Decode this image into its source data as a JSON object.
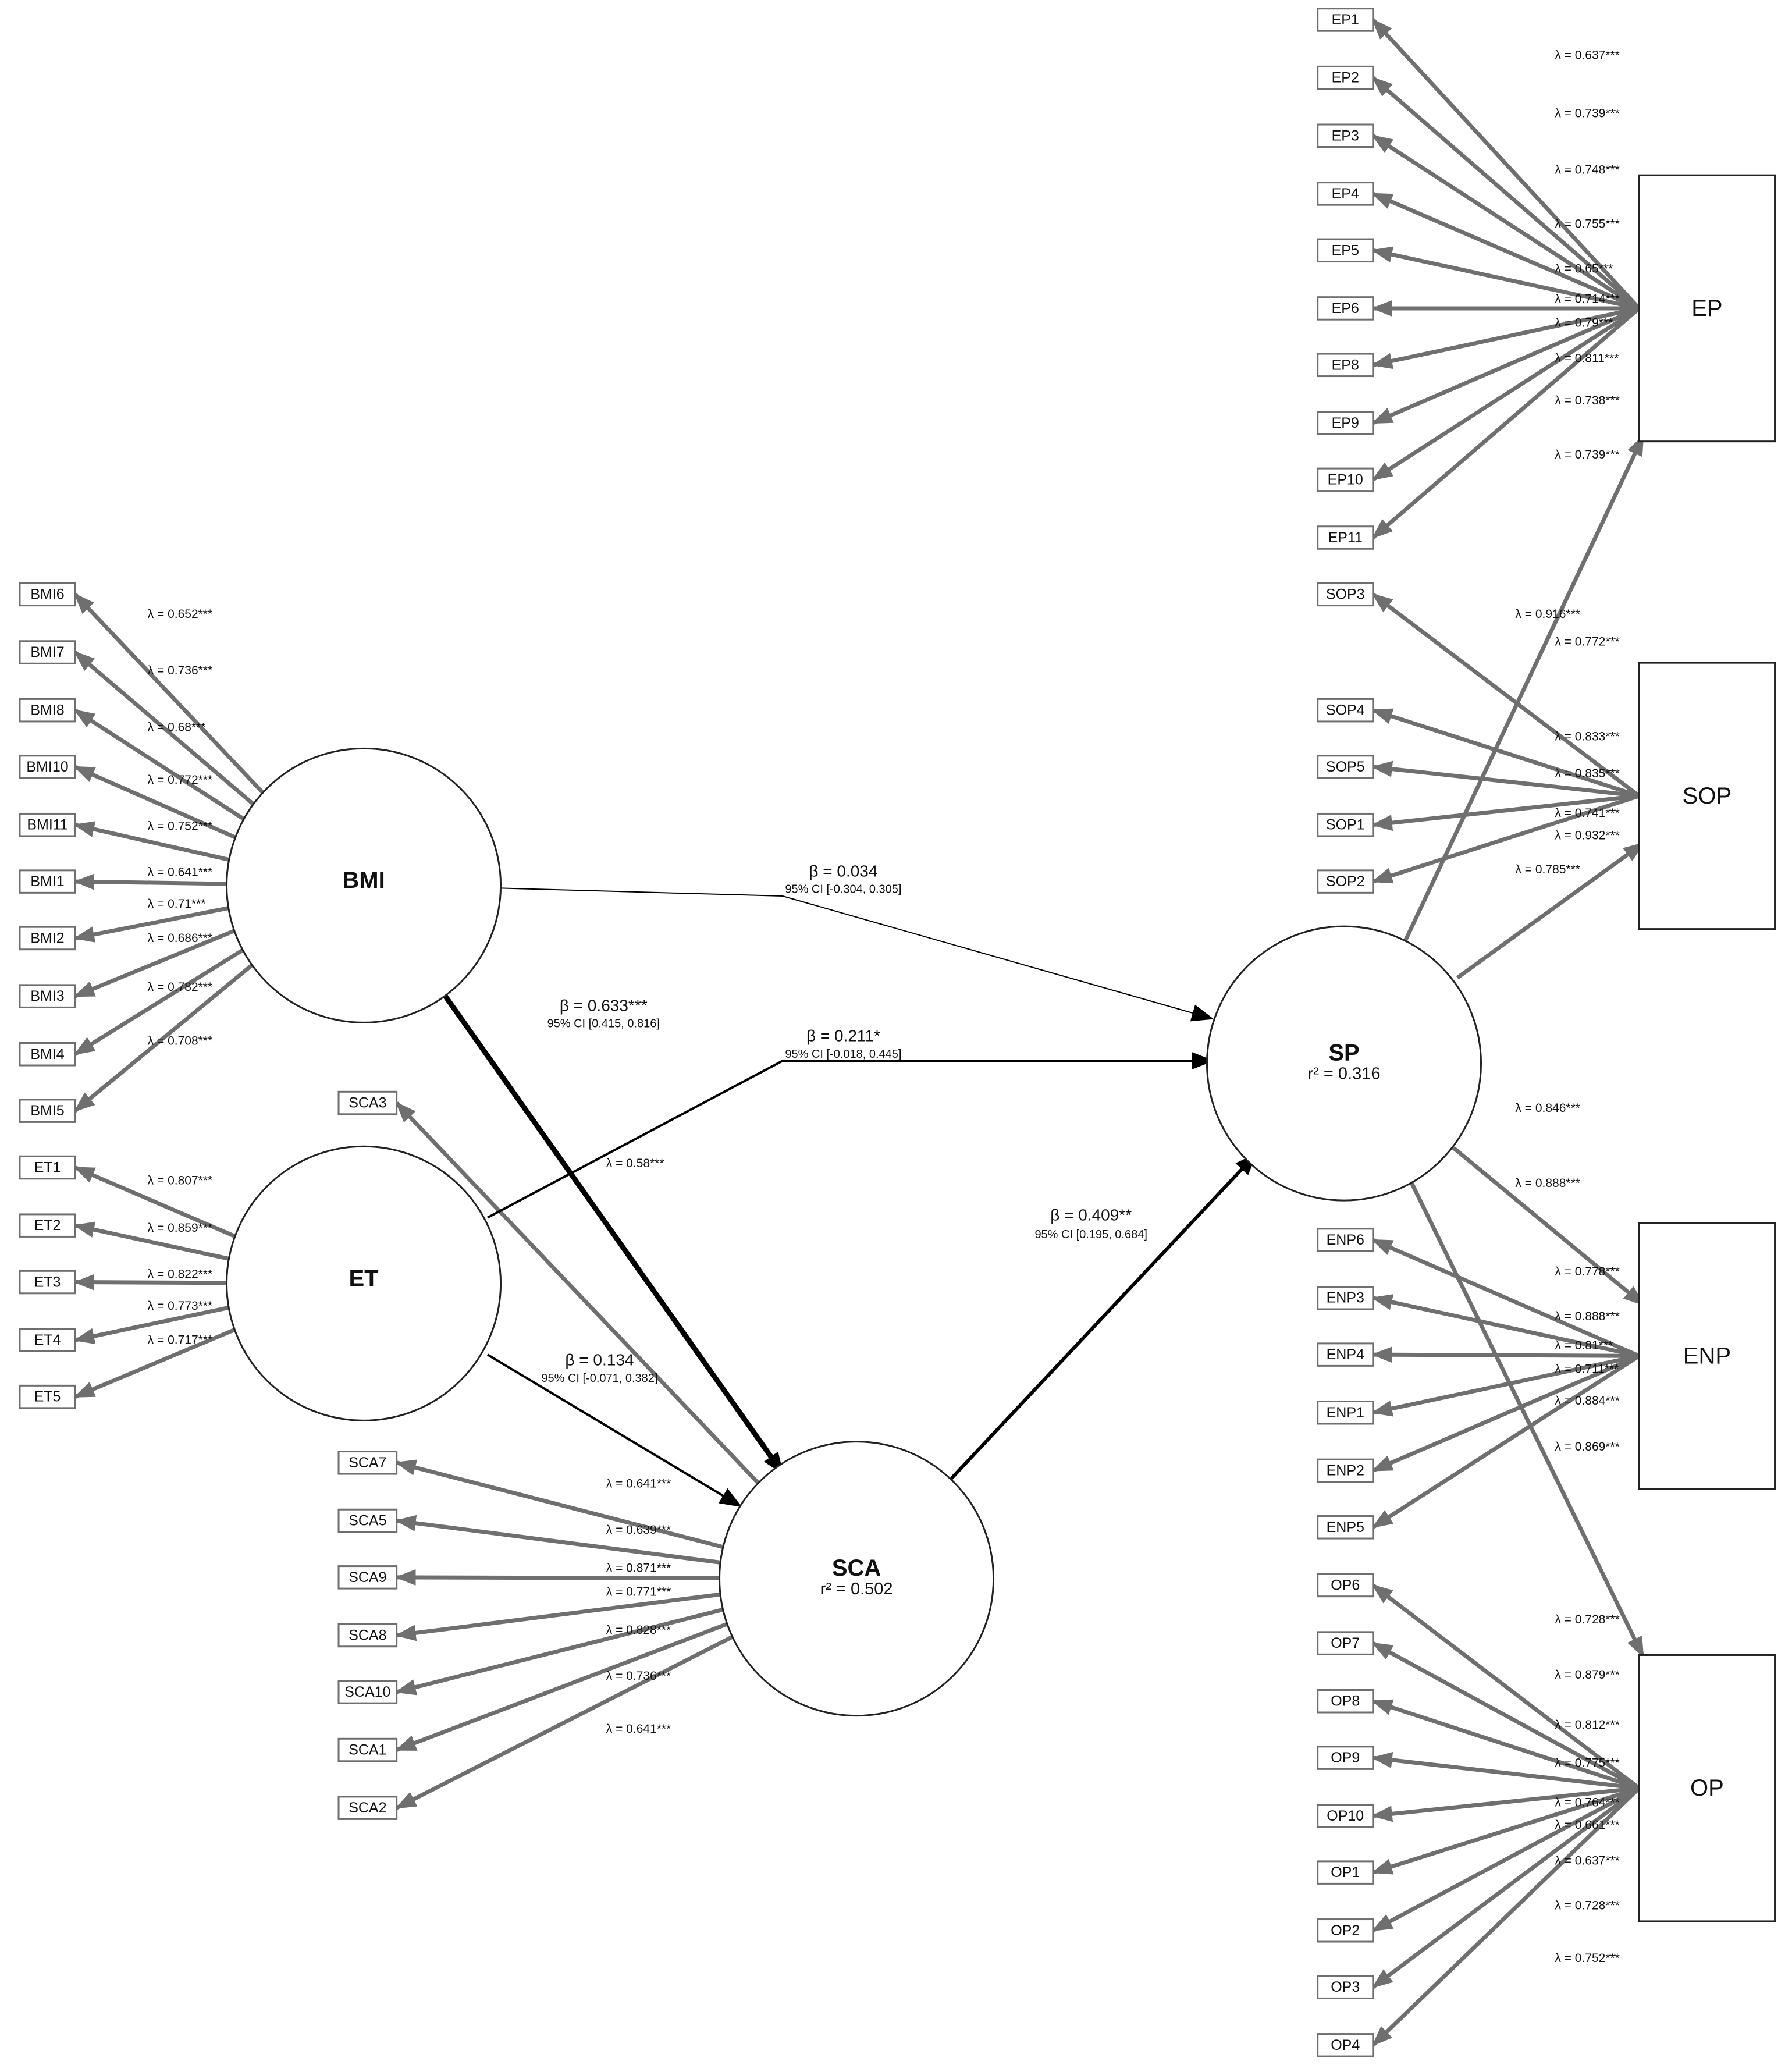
{
  "constructs": {
    "BMI": {
      "label": "BMI"
    },
    "ET": {
      "label": "ET"
    },
    "SCA": {
      "label": "SCA",
      "r2": "r² = 0.502"
    },
    "SP": {
      "label": "SP",
      "r2": "r² = 0.316"
    },
    "EP": {
      "label": "EP"
    },
    "SOP": {
      "label": "SOP"
    },
    "ENP": {
      "label": "ENP"
    },
    "OP": {
      "label": "OP"
    }
  },
  "measurement": {
    "BMI": [
      {
        "indicator": "BMI6",
        "loading": "λ = 0.652***"
      },
      {
        "indicator": "BMI7",
        "loading": "λ = 0.736***"
      },
      {
        "indicator": "BMI8",
        "loading": "λ = 0.68***"
      },
      {
        "indicator": "BMI10",
        "loading": "λ = 0.772***"
      },
      {
        "indicator": "BMI11",
        "loading": "λ = 0.752***"
      },
      {
        "indicator": "BMI1",
        "loading": "λ = 0.641***"
      },
      {
        "indicator": "BMI2",
        "loading": "λ = 0.71***"
      },
      {
        "indicator": "BMI3",
        "loading": "λ = 0.686***"
      },
      {
        "indicator": "BMI4",
        "loading": "λ = 0.782***"
      },
      {
        "indicator": "BMI5",
        "loading": "λ = 0.708***"
      }
    ],
    "ET": [
      {
        "indicator": "ET1",
        "loading": "λ = 0.807***"
      },
      {
        "indicator": "ET2",
        "loading": "λ = 0.859***"
      },
      {
        "indicator": "ET3",
        "loading": "λ = 0.822***"
      },
      {
        "indicator": "ET4",
        "loading": "λ = 0.773***"
      },
      {
        "indicator": "ET5",
        "loading": "λ = 0.717***"
      }
    ],
    "SCA": [
      {
        "indicator": "SCA3",
        "loading": "λ = 0.58***"
      },
      {
        "indicator": "SCA7",
        "loading": "λ = 0.641***"
      },
      {
        "indicator": "SCA5",
        "loading": "λ = 0.639***"
      },
      {
        "indicator": "SCA9",
        "loading": "λ = 0.871***"
      },
      {
        "indicator": "SCA8",
        "loading": "λ = 0.771***"
      },
      {
        "indicator": "SCA10",
        "loading": "λ = 0.828***"
      },
      {
        "indicator": "SCA1",
        "loading": "λ = 0.736***"
      },
      {
        "indicator": "SCA2",
        "loading": "λ = 0.641***"
      }
    ],
    "EP": [
      {
        "indicator": "EP1",
        "loading": "λ = 0.637***"
      },
      {
        "indicator": "EP2",
        "loading": "λ = 0.739***"
      },
      {
        "indicator": "EP3",
        "loading": "λ = 0.748***"
      },
      {
        "indicator": "EP4",
        "loading": "λ = 0.755***"
      },
      {
        "indicator": "EP5",
        "loading": "λ = 0.65***"
      },
      {
        "indicator": "EP6",
        "loading": "λ = 0.714***"
      },
      {
        "indicator": "EP8",
        "loading": "λ = 0.79***"
      },
      {
        "indicator": "EP9",
        "loading": "λ = 0.811***"
      },
      {
        "indicator": "EP10",
        "loading": "λ = 0.738***"
      },
      {
        "indicator": "EP11",
        "loading": "λ = 0.739***"
      }
    ],
    "SOP": [
      {
        "indicator": "SOP3",
        "loading": "λ = 0.772***"
      },
      {
        "indicator": "SOP4",
        "loading": "λ = 0.833***"
      },
      {
        "indicator": "SOP5",
        "loading": "λ = 0.835***"
      },
      {
        "indicator": "SOP1",
        "loading": "λ = 0.741***"
      },
      {
        "indicator": "SOP2",
        "loading": "λ = 0.932***"
      }
    ],
    "ENP": [
      {
        "indicator": "ENP6",
        "loading": "λ = 0.778***"
      },
      {
        "indicator": "ENP3",
        "loading": "λ = 0.888***"
      },
      {
        "indicator": "ENP4",
        "loading": "λ = 0.81***"
      },
      {
        "indicator": "ENP1",
        "loading": "λ = 0.711***"
      },
      {
        "indicator": "ENP2",
        "loading": "λ = 0.884***"
      },
      {
        "indicator": "ENP5",
        "loading": "λ = 0.869***"
      }
    ],
    "OP": [
      {
        "indicator": "OP6",
        "loading": "λ = 0.728***"
      },
      {
        "indicator": "OP7",
        "loading": "λ = 0.879***"
      },
      {
        "indicator": "OP8",
        "loading": "λ = 0.812***"
      },
      {
        "indicator": "OP9",
        "loading": "λ = 0.775***"
      },
      {
        "indicator": "OP10",
        "loading": "λ = 0.764***"
      },
      {
        "indicator": "OP1",
        "loading": "λ = 0.661***"
      },
      {
        "indicator": "OP2",
        "loading": "λ = 0.637***"
      },
      {
        "indicator": "OP3",
        "loading": "λ = 0.728***"
      },
      {
        "indicator": "OP4",
        "loading": "λ = 0.752***"
      }
    ]
  },
  "second_order": [
    {
      "from": "SP",
      "to": "EP",
      "loading": "λ = 0.916***"
    },
    {
      "from": "SP",
      "to": "SOP",
      "loading": "λ = 0.785***"
    },
    {
      "from": "SP",
      "to": "ENP",
      "loading": "λ = 0.888***"
    },
    {
      "from": "SP",
      "to": "OP",
      "loading": "λ = 0.846***"
    }
  ],
  "structural_paths": [
    {
      "from": "BMI",
      "to": "SP",
      "beta": "β = 0.034",
      "ci": "95% CI [-0.304, 0.305]"
    },
    {
      "from": "BMI",
      "to": "SCA",
      "beta": "β = 0.633***",
      "ci": "95% CI [0.415, 0.816]"
    },
    {
      "from": "ET",
      "to": "SP",
      "beta": "β = 0.211*",
      "ci": "95% CI [-0.018, 0.445]"
    },
    {
      "from": "ET",
      "to": "SCA",
      "beta": "β = 0.134",
      "ci": "95% CI [-0.071, 0.382]"
    },
    {
      "from": "SCA",
      "to": "SP",
      "beta": "β = 0.409**",
      "ci": "95% CI [0.195, 0.684]"
    }
  ],
  "colors": {
    "indicator_arrow": "#6f6f6f",
    "structural_arrow": "#000000",
    "outline": "#222222"
  }
}
